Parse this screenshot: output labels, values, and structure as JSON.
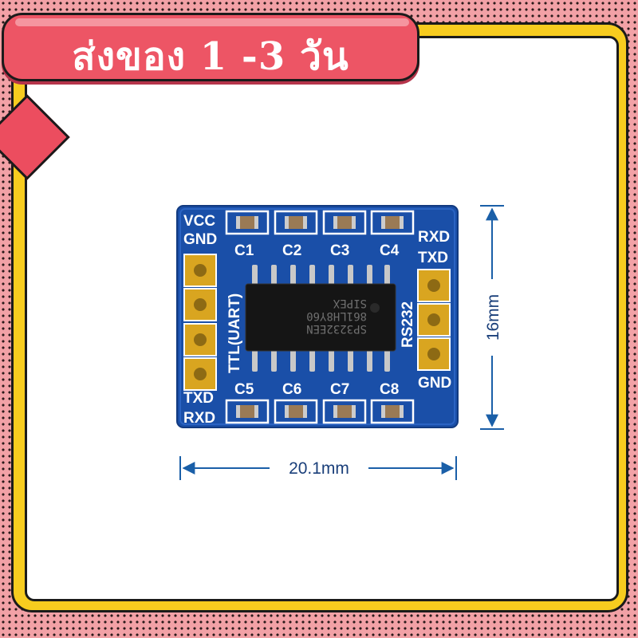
{
  "banner": {
    "text": "ส่งของ 1 -3 วัน"
  },
  "colors": {
    "board": "#1a4fa8",
    "pad": "#d9a520",
    "banner": "#ed5565",
    "frame": "#f7cc1f",
    "dimension": "#1a5fa8"
  },
  "board": {
    "left_labels": [
      "VCC",
      "GND",
      "TXD",
      "RXD"
    ],
    "right_labels": [
      "RXD",
      "TXD",
      "GND"
    ],
    "capacitor_labels_top": [
      "C1",
      "C2",
      "C3",
      "C4"
    ],
    "capacitor_labels_bottom": [
      "C5",
      "C6",
      "C7",
      "C8"
    ],
    "ttl_label": "TTL(UART)",
    "rs232_label": "RS232",
    "chip_text": [
      "SP3232EEN",
      "861LH8Y60",
      "SIPEX"
    ]
  },
  "dimensions": {
    "width": "20.1mm",
    "height": "16mm"
  }
}
